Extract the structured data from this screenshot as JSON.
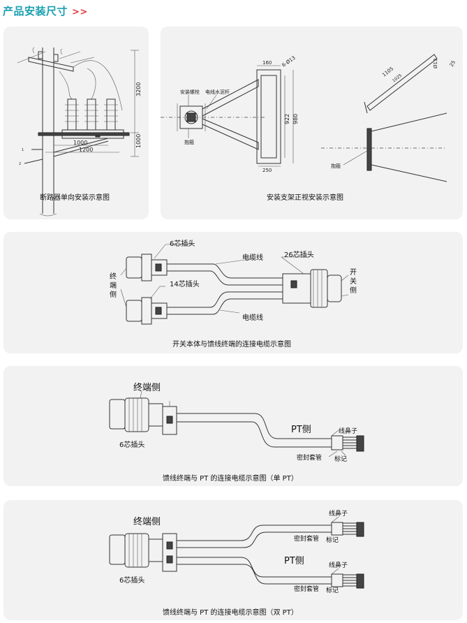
{
  "header": {
    "title": "产品安装尺寸",
    "arrow": ">>"
  },
  "panels": {
    "p1": {
      "caption": "断路器单向安装示意图",
      "dims": {
        "d3200": "3200",
        "d1000v": "1000",
        "d1000h": "1000",
        "d1200": "1200"
      }
    },
    "p2": {
      "caption": "安装支架正视安装示意图",
      "labels": {
        "bolt": "安装螺栓",
        "pole": "电线水泥杆",
        "hoop": "抱箍",
        "hoop2": "抱箍"
      },
      "dims": {
        "d160": "160",
        "holes": "6-Ø13",
        "d922": "922",
        "d980": "980",
        "d250": "250",
        "d1105": "1105",
        "d1025": "1025",
        "d13": "Ø13",
        "d25": "25"
      }
    },
    "p3": {
      "caption": "开关本体与馈线终端的连接电缆示意图",
      "labels": {
        "six_core": "6芯插头",
        "cable_top": "电缆线",
        "twentysix_core": "26芯插头",
        "terminal_side": "终端侧",
        "fourteen_core": "14芯插头",
        "switch_side": "开关侧",
        "cable_bottom": "电缆线"
      }
    },
    "p4": {
      "caption": "馈线终端与 PT 的连接电缆示意图（单 PT）",
      "labels": {
        "terminal_side": "终端侧",
        "six_core": "6芯插头",
        "pt_side": "PT侧",
        "lug": "线鼻子",
        "sleeve": "密封套管",
        "mark": "标记"
      }
    },
    "p5": {
      "caption": "馈线终端与 PT 的连接电缆示意图（双 PT）",
      "labels": {
        "terminal_side": "终端侧",
        "six_core": "6芯插头",
        "pt_side": "PT侧",
        "lug1": "线鼻子",
        "sleeve1": "密封套管",
        "mark1": "标记",
        "lug2": "线鼻子",
        "sleeve2": "密封套管",
        "mark2": "标记"
      }
    }
  }
}
